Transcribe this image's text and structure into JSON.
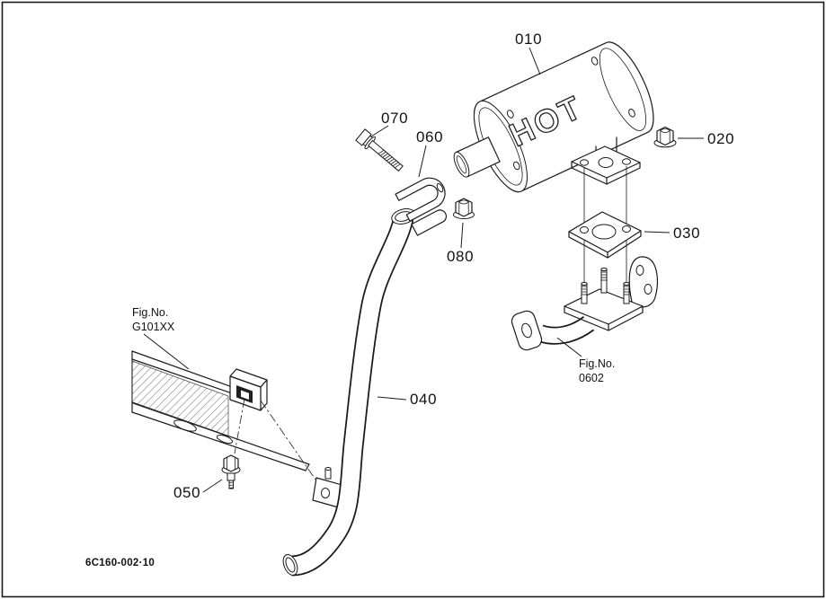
{
  "diagram": {
    "drawing_number": "6C160-002·10",
    "muffler_marking": "HOT",
    "part_labels": {
      "p010": "010",
      "p020": "020",
      "p030": "030",
      "p040": "040",
      "p050": "050",
      "p060": "060",
      "p070": "070",
      "p080": "080"
    },
    "figure_refs": {
      "frame": {
        "line1": "Fig.No.",
        "line2": "G101XX"
      },
      "manifold": {
        "line1": "Fig.No.",
        "line2": "0602"
      }
    },
    "colors": {
      "line": "#1a1a1a",
      "background": "#ffffff"
    }
  }
}
